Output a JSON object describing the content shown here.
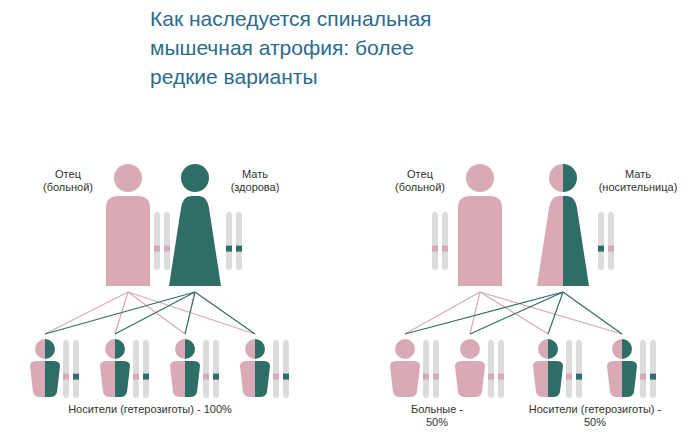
{
  "diagram": {
    "title": "Как наследуется спинальная мышечная атрофия: более редкие варианты",
    "nodes": [
      {
        "text": [
          "Отец (больной)"
        ]
      },
      {
        "text": [
          "Мать (здорова)"
        ]
      },
      {
        "text": [
          "Отец (больной)"
        ]
      },
      {
        "text": [
          "Мать (носительница)"
        ]
      }
    ],
    "labels": [
      "Носители (гетерозиготы) - 100%",
      "Больные - 50%",
      "Носители (гетерозиготы) - 50%"
    ]
  }
}
